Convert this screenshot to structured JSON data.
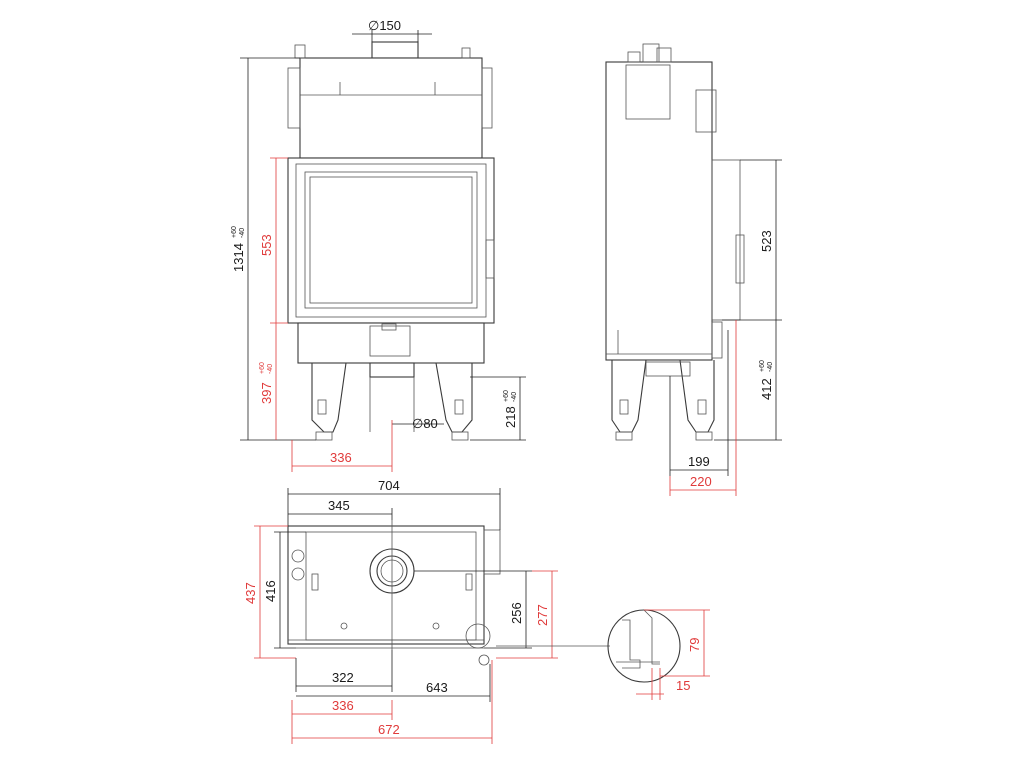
{
  "colors": {
    "line": "#3a3a3a",
    "dim_black": "#222222",
    "dim_red": "#e03a3a"
  },
  "front_view": {
    "flue_diameter": "∅150",
    "total_height": "1314",
    "total_height_tol_plus": "+60",
    "total_height_tol_minus": "-40",
    "door_height": "553",
    "base_to_door": "397",
    "base_to_door_tol_plus": "+60",
    "base_to_door_tol_minus": "-40",
    "air_inlet_diameter": "∅80",
    "air_inlet_height": "218",
    "air_inlet_height_tol_plus": "+60",
    "air_inlet_height_tol_minus": "-40",
    "air_inlet_offset": "336"
  },
  "side_view": {
    "door_height": "523",
    "base_height": "412",
    "base_height_tol_plus": "+60",
    "base_height_tol_minus": "-40",
    "depth_inner": "199",
    "depth_outer": "220"
  },
  "top_view": {
    "total_width": "704",
    "flue_offset": "345",
    "depth_outer": "437",
    "depth_inner": "416",
    "flue_depth": "256",
    "flue_depth_outer": "277",
    "inlet_offset": "322",
    "inlet_offset_red": "336",
    "body_width": "643",
    "width_red": "672"
  },
  "detail_view": {
    "height": "79",
    "offset": "15"
  }
}
